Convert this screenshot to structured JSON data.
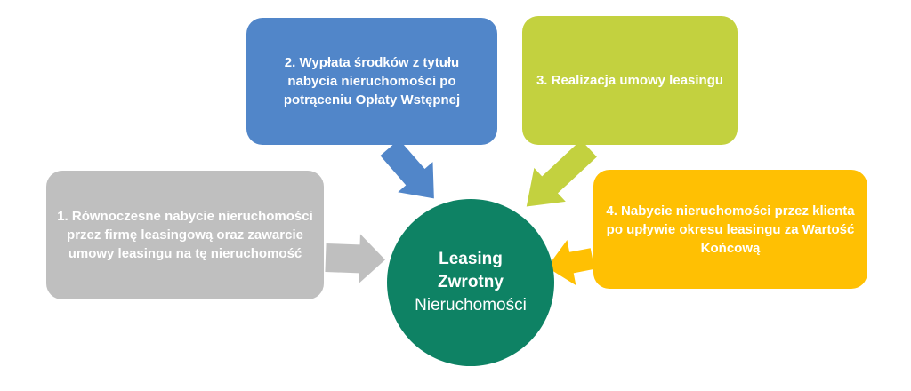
{
  "diagram": {
    "type": "hub-and-spoke",
    "background": "#FFFFFF",
    "center": {
      "line1": "Leasing",
      "line2": "Zwrotny",
      "line3": "Nieruchomości",
      "color": "#0E8264",
      "text_color": "#FFFFFF"
    },
    "nodes": [
      {
        "id": "step-1",
        "label": "1. Równoczesne nabycie nieruchomości przez firmę leasingową oraz zawarcie umowy leasingu na tę nieruchomość",
        "color": "#BFBFBF"
      },
      {
        "id": "step-2",
        "label": "2. Wypłata środków z tytułu nabycia nieruchomości po potrąceniu Opłaty Wstępnej",
        "color": "#5186C9"
      },
      {
        "id": "step-3",
        "label": "3. Realizacja umowy leasingu",
        "color": "#C3D13F"
      },
      {
        "id": "step-4",
        "label": "4. Nabycie nieruchomości przez klienta po upływie okresu leasingu za Wartość Końcową",
        "color": "#FFC003"
      }
    ],
    "arrows": [
      {
        "from": "step-1",
        "to": "center",
        "direction": "right",
        "color": "#BFBFBF"
      },
      {
        "from": "step-2",
        "to": "center",
        "direction": "down-right",
        "color": "#5186C9"
      },
      {
        "from": "step-3",
        "to": "center",
        "direction": "down-left",
        "color": "#C3D13F"
      },
      {
        "from": "step-4",
        "to": "center",
        "direction": "left",
        "color": "#FFC003"
      }
    ]
  }
}
